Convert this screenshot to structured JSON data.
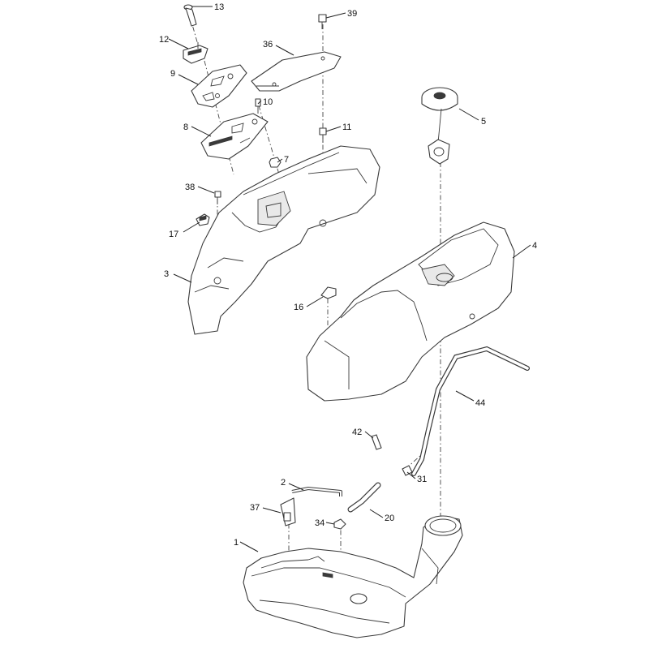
{
  "diagram": {
    "callouts": [
      {
        "id": "c13",
        "label": "13"
      },
      {
        "id": "c39",
        "label": "39"
      },
      {
        "id": "c12",
        "label": "12"
      },
      {
        "id": "c36",
        "label": "36"
      },
      {
        "id": "c9",
        "label": "9"
      },
      {
        "id": "c10",
        "label": "10"
      },
      {
        "id": "c5",
        "label": "5"
      },
      {
        "id": "c8",
        "label": "8"
      },
      {
        "id": "c11",
        "label": "11"
      },
      {
        "id": "c7",
        "label": "7"
      },
      {
        "id": "c38",
        "label": "38"
      },
      {
        "id": "c17",
        "label": "17"
      },
      {
        "id": "c4",
        "label": "4"
      },
      {
        "id": "c3",
        "label": "3"
      },
      {
        "id": "c16",
        "label": "16"
      },
      {
        "id": "c44",
        "label": "44"
      },
      {
        "id": "c42",
        "label": "42"
      },
      {
        "id": "c2",
        "label": "2"
      },
      {
        "id": "c31",
        "label": "31"
      },
      {
        "id": "c37",
        "label": "37"
      },
      {
        "id": "c34",
        "label": "34"
      },
      {
        "id": "c20",
        "label": "20"
      },
      {
        "id": "c1",
        "label": "1"
      }
    ]
  }
}
